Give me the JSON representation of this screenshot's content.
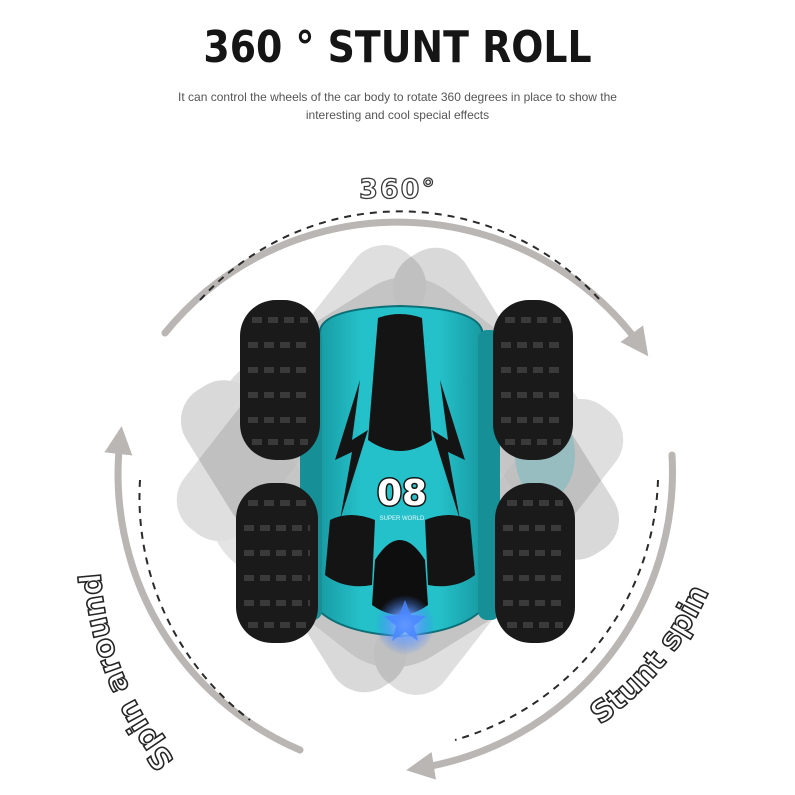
{
  "header": {
    "title": "360 ° STUNT ROLL",
    "description": "It can control the wheels of the car body to rotate 360 degrees in place to show the interesting and cool special effects"
  },
  "graphic": {
    "rotation_label": "360°",
    "left_label": "Spin around",
    "right_label": "Stunt spin",
    "car_number": "08",
    "car_brand": "SUPER WORLD"
  },
  "colors": {
    "car_body": "#1fb5be",
    "car_dark": "#141414",
    "arrow": "#b9b6b3",
    "dash": "#2a2a2a",
    "headlight": "#3a7bff"
  }
}
